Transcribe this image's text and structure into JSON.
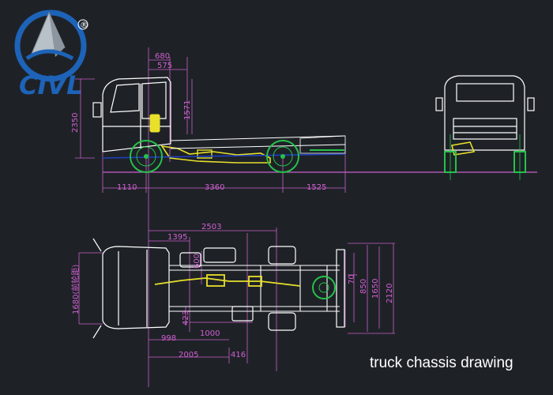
{
  "logo": {
    "text": "CIVL",
    "registered": "®",
    "colors": {
      "blue": "#1d63b8",
      "grey": "#9aa3ad"
    }
  },
  "caption": "truck chassis drawing",
  "colors": {
    "background": "#1e2227",
    "dimension": "#c85fc8",
    "frame": "#ffffff",
    "engine": "#e8e02a",
    "chassis": "#1f3fc0",
    "wheel": "#25c24a"
  },
  "side_view": {
    "dims": {
      "top1": "680",
      "top2": "575",
      "height": "2350",
      "cab": "1571",
      "front_overhang": "1110",
      "wheelbase": "3360",
      "rear_overhang": "1525"
    }
  },
  "plan_view": {
    "dims": {
      "d2503": "2503",
      "d1395": "1395",
      "d600": "600",
      "d1680": "1680(前轮距)",
      "d423": "423",
      "d1000": "1000",
      "d998": "998",
      "d2005": "2005",
      "d416": "416",
      "d70": "70",
      "d850": "850",
      "d1650": "1650",
      "d2120": "2120"
    }
  }
}
